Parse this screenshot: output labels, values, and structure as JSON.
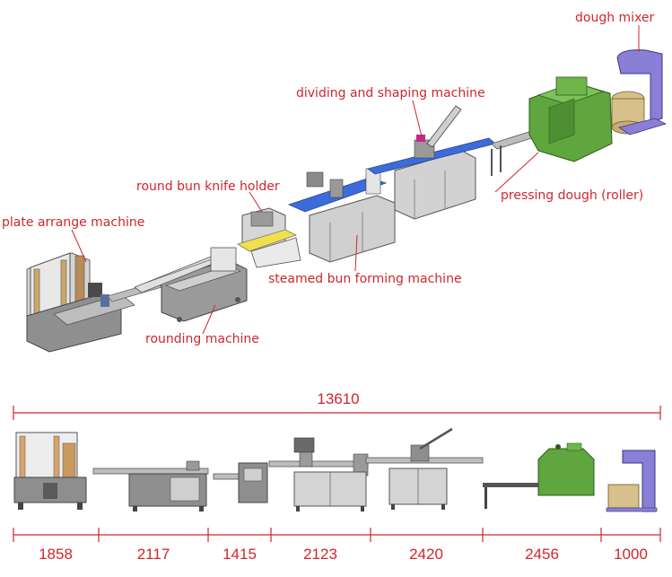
{
  "labels": {
    "dough_mixer": "dough mixer",
    "dividing_shaping": "dividing and shaping machine",
    "round_bun_knife": "round bun knife holder",
    "plate_arrange": "plate arrange machine",
    "pressing_dough": "pressing dough (roller)",
    "steamed_bun_forming": "steamed bun forming machine",
    "rounding": "rounding machine"
  },
  "dimensions": {
    "total": "13610",
    "segments": [
      "1858",
      "2117",
      "1415",
      "2123",
      "2420",
      "2456",
      "1000"
    ]
  },
  "colors": {
    "label": "#d0262c",
    "dimension_line": "#d0262c",
    "machine_body": "#d9d9d9",
    "machine_frame": "#7f7f7f",
    "conveyor_blue": "#3d6bd9",
    "press_green": "#5ea63d",
    "mixer_purple": "#8a7fd6",
    "bowl_tan": "#d8c08a",
    "knife_holder_yellow": "#f0e04a"
  }
}
